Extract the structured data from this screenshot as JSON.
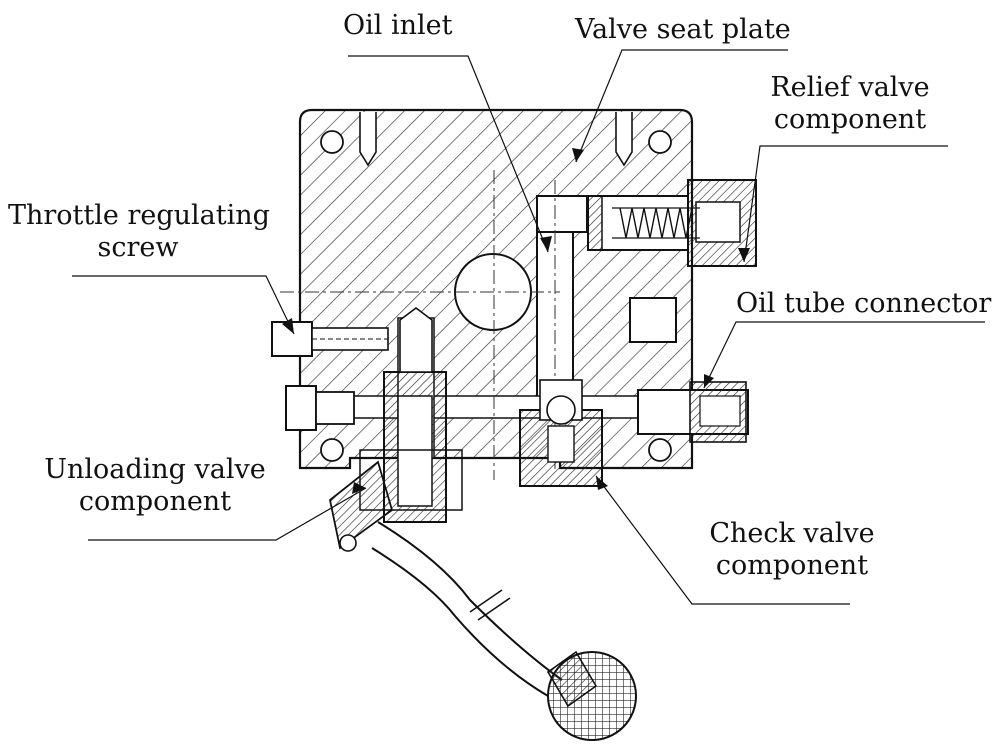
{
  "labels": {
    "oil_inlet": "Oil inlet",
    "valve_seat_plate": "Valve seat plate",
    "relief_valve_line1": "Relief valve",
    "relief_valve_line2": "component",
    "throttle_line1": "Throttle regulating",
    "throttle_line2": "screw",
    "oil_tube_connector": "Oil tube connector",
    "unloading_line1": "Unloading valve",
    "unloading_line2": "component",
    "check_line1": "Check valve",
    "check_line2": "component"
  }
}
